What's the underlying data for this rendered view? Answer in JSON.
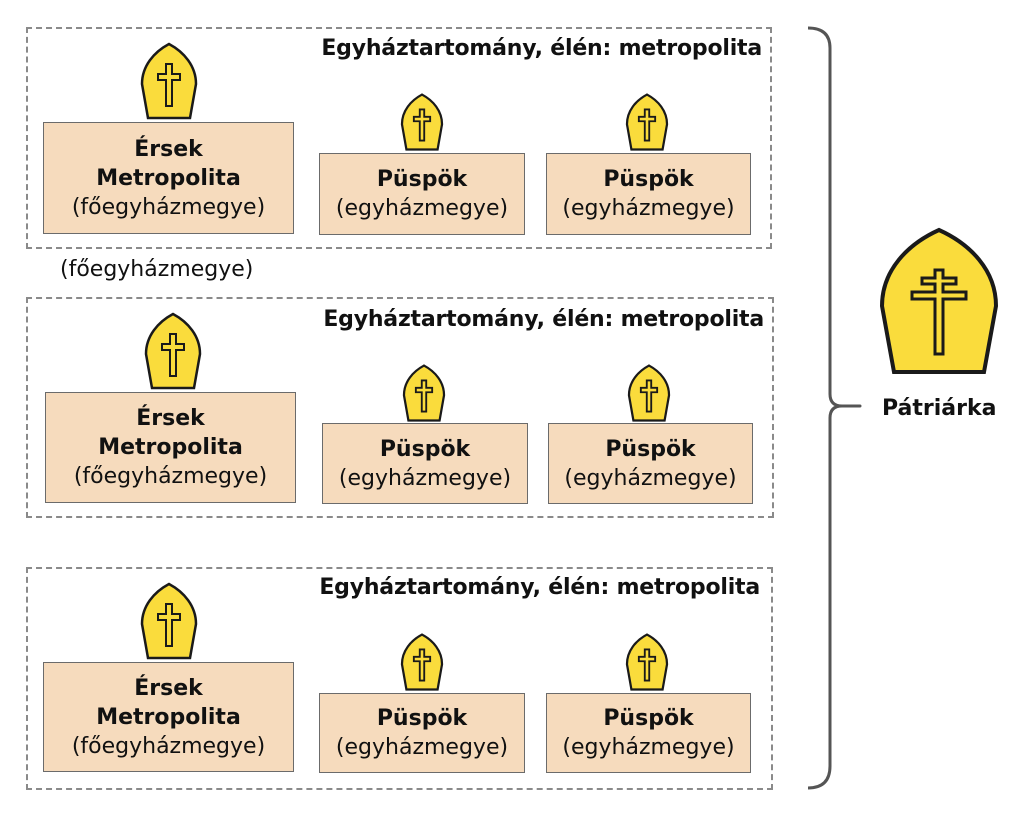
{
  "provinces": [
    {
      "title": "Egyháztartomány, élén: metropolita",
      "archbishop": {
        "title": "Érsek",
        "role": "Metropolita",
        "area": "(főegyházmegye)"
      },
      "bishops": [
        {
          "title": "Püspök",
          "area": "(egyházmegye)"
        },
        {
          "title": "Püspök",
          "area": "(egyházmegye)"
        }
      ]
    },
    {
      "title": "Egyháztartomány, élén: metropolita",
      "archbishop": {
        "title": "Érsek",
        "role": "Metropolita",
        "area": "(főegyházmegye)"
      },
      "bishops": [
        {
          "title": "Püspök",
          "area": "(egyházmegye)"
        },
        {
          "title": "Püspök",
          "area": "(egyházmegye)"
        }
      ]
    },
    {
      "title": "Egyháztartomány, élén: metropolita",
      "archbishop": {
        "title": "Érsek",
        "role": "Metropolita",
        "area": "(főegyházmegye)"
      },
      "bishops": [
        {
          "title": "Püspök",
          "area": "(egyházmegye)"
        },
        {
          "title": "Püspök",
          "area": "(egyházmegye)"
        }
      ]
    }
  ],
  "stray_label": "(főegyházmegye)",
  "patriarch": {
    "label": "Pátriárka"
  },
  "colors": {
    "mitre_fill": "#fadc3c",
    "box_fill": "#f6dbbd",
    "dash": "#8a8a8a",
    "brace": "#555555"
  },
  "icons": {
    "mitre": "mitre-with-cross-icon",
    "patriarch_mitre": "mitre-with-double-cross-icon"
  }
}
